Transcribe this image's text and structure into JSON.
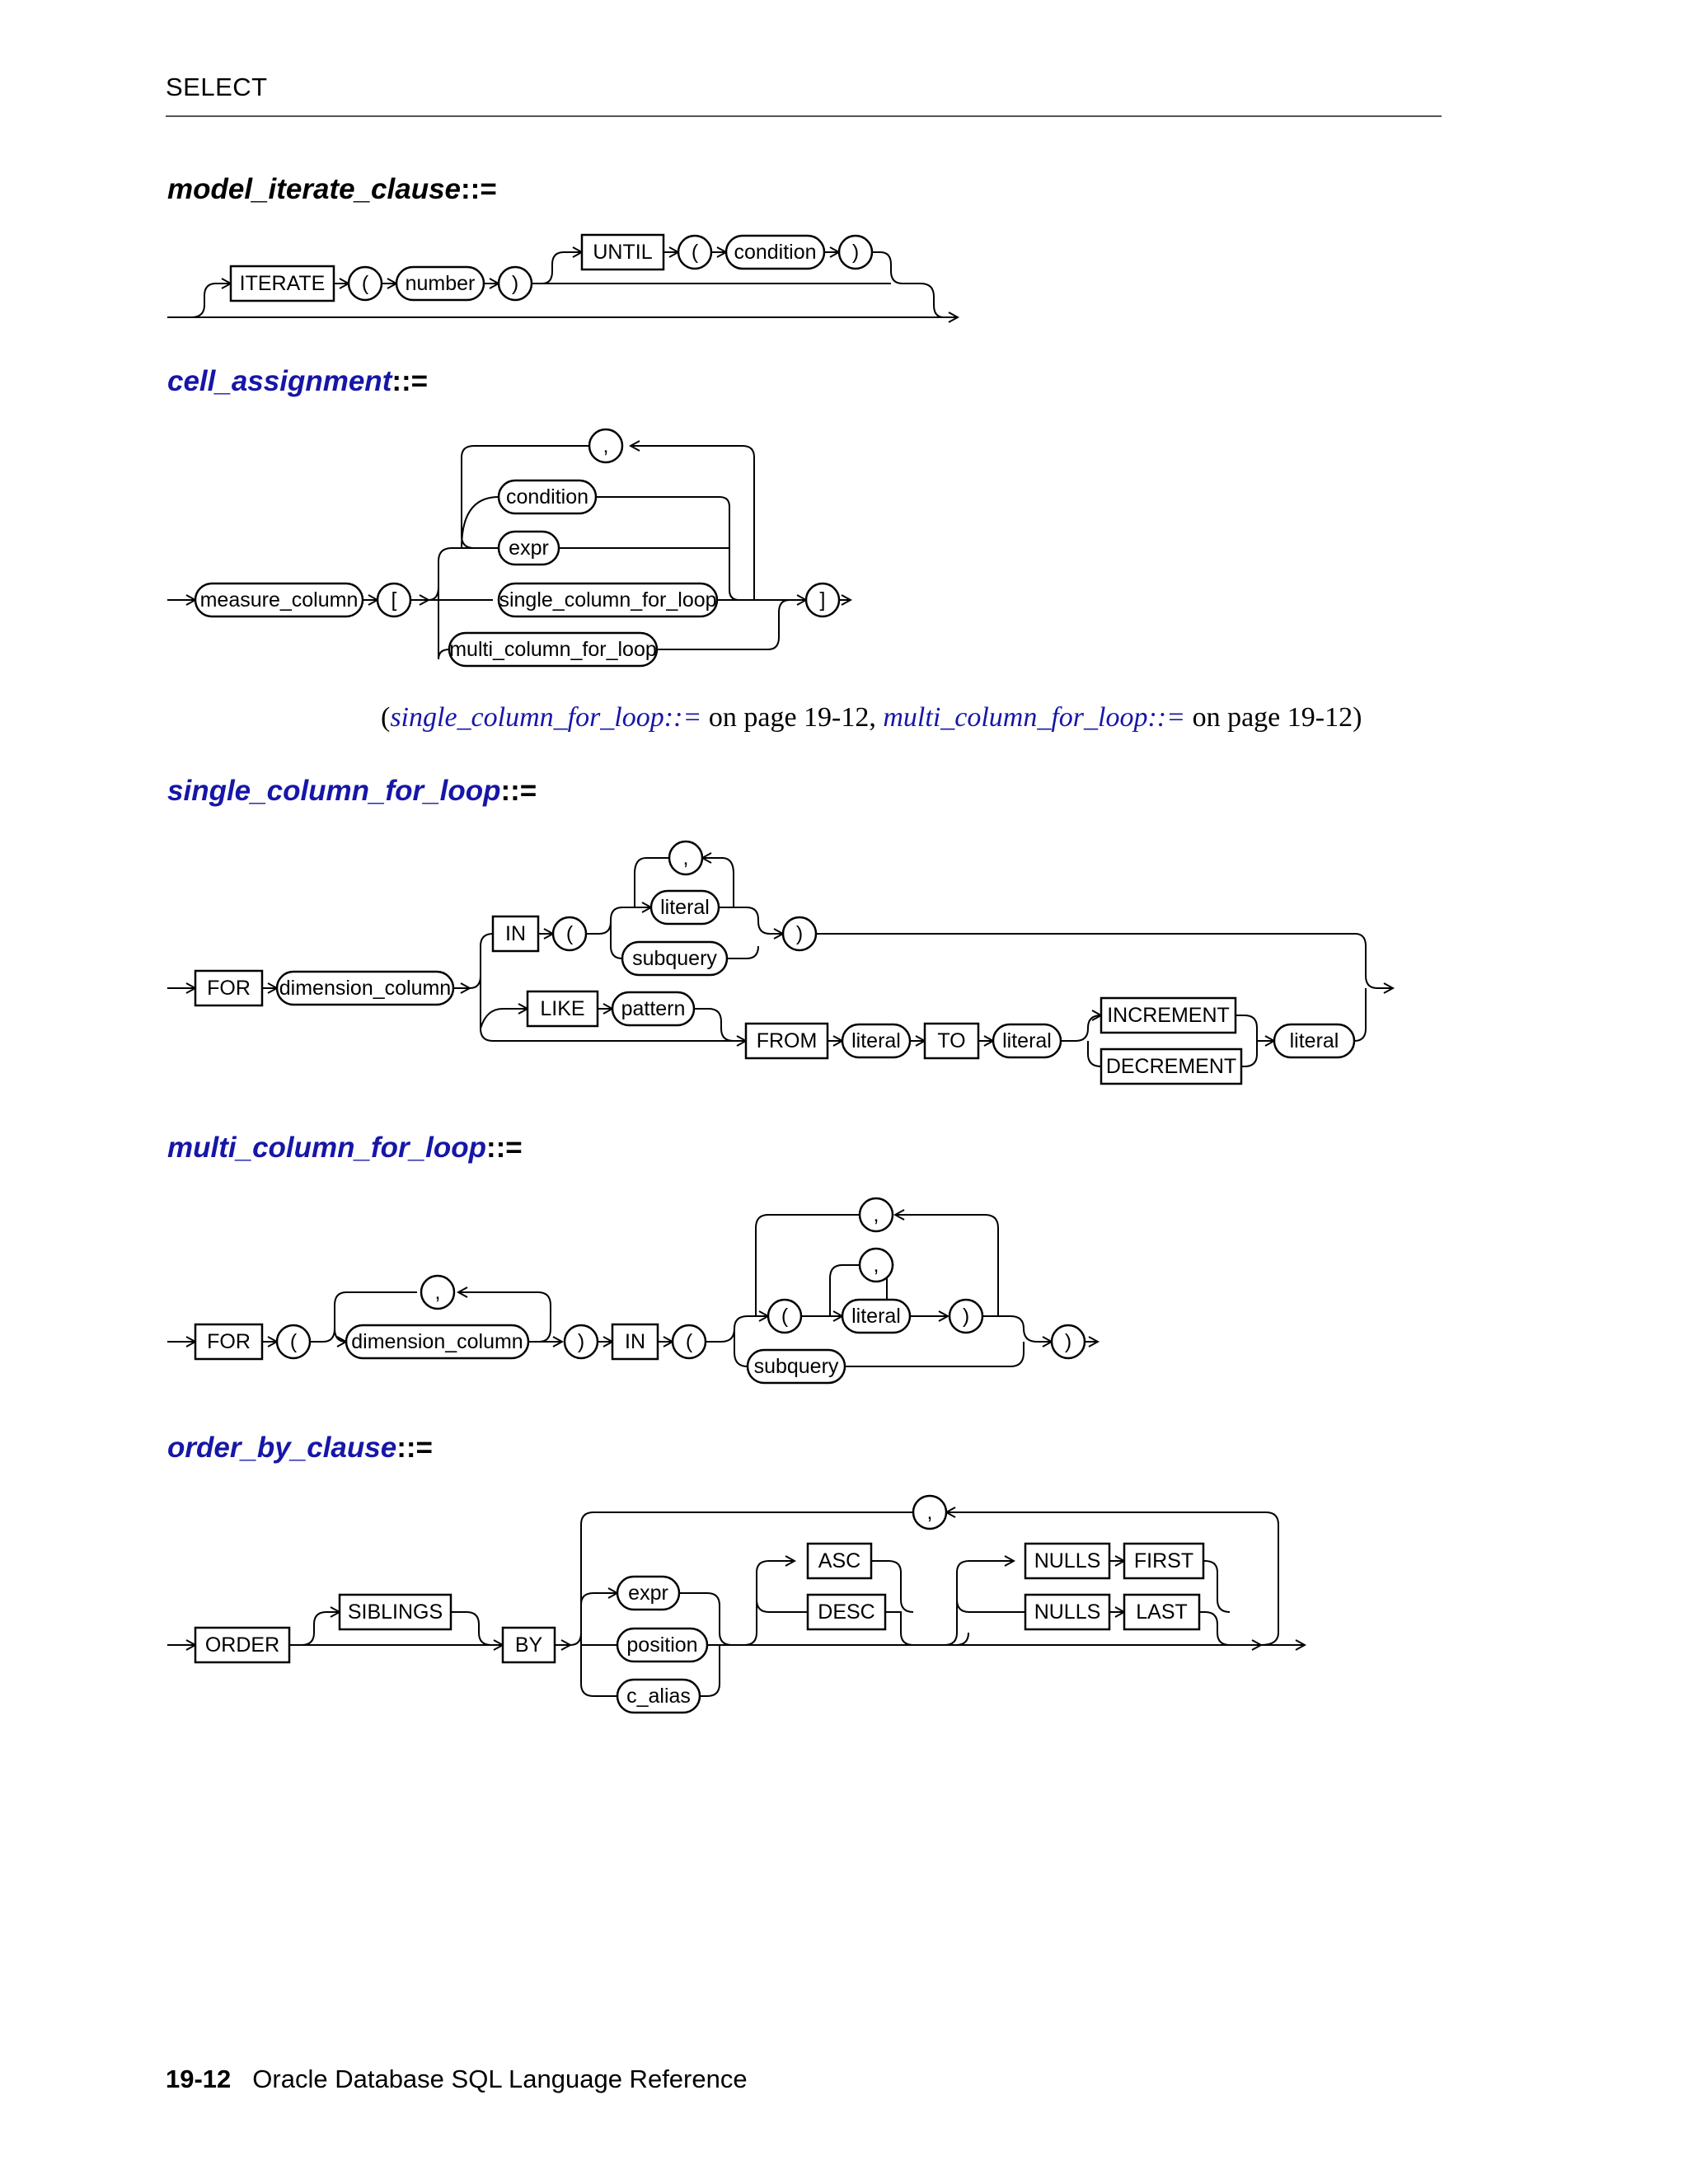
{
  "header": {
    "running_head": "SELECT"
  },
  "sections": {
    "model_iterate": {
      "name": "model_iterate_clause",
      "op": "::="
    },
    "cell_assignment": {
      "name": "cell_assignment",
      "op": "::="
    },
    "single_column_for_loop": {
      "name": "single_column_for_loop",
      "op": "::="
    },
    "multi_column_for_loop": {
      "name": "multi_column_for_loop",
      "op": "::="
    },
    "order_by_clause": {
      "name": "order_by_clause",
      "op": "::="
    }
  },
  "xref": {
    "open": "(",
    "link1": "single_column_for_loop::=",
    "text1": " on page 19-12, ",
    "link2": "multi_column_for_loop::=",
    "text2": " on page 19-12)"
  },
  "footer": {
    "page": "19-12",
    "title": "Oracle Database SQL Language Reference"
  },
  "diagram_tokens": {
    "iterate": "ITERATE",
    "until": "UNTIL",
    "number": "number",
    "condition": "condition",
    "lparen": "(",
    "rparen": ")",
    "comma": ",",
    "lbracket": "[",
    "rbracket": "]",
    "measure_column": "measure_column",
    "expr": "expr",
    "single_column_for_loop": "single_column_for_loop",
    "multi_column_for_loop": "multi_column_for_loop",
    "for": "FOR",
    "dimension_column": "dimension_column",
    "in": "IN",
    "literal": "literal",
    "subquery": "subquery",
    "like": "LIKE",
    "pattern": "pattern",
    "from": "FROM",
    "to": "TO",
    "increment": "INCREMENT",
    "decrement": "DECREMENT",
    "order": "ORDER",
    "siblings": "SIBLINGS",
    "by": "BY",
    "position": "position",
    "c_alias": "c_alias",
    "asc": "ASC",
    "desc": "DESC",
    "nulls": "NULLS",
    "first": "FIRST",
    "last": "LAST"
  }
}
